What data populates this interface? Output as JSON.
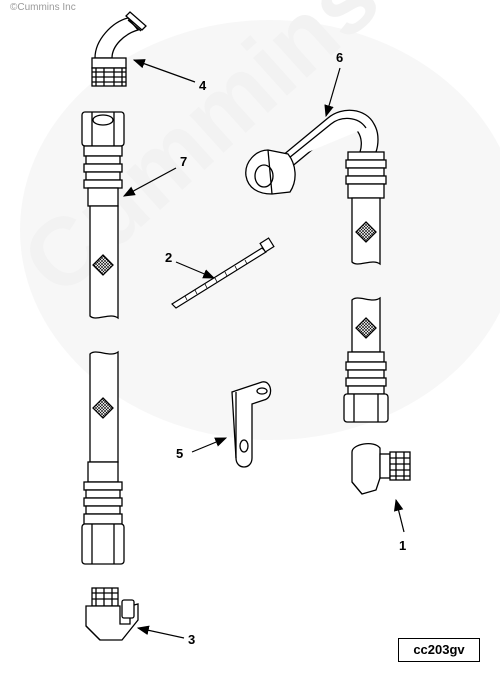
{
  "copyright": "©Cummins Inc",
  "watermark": "Cummins",
  "figure_code": "cc203gv",
  "callouts": {
    "c1": "1",
    "c2": "2",
    "c3": "3",
    "c4": "4",
    "c5": "5",
    "c6": "6",
    "c7": "7"
  },
  "colors": {
    "line": "#000000",
    "watermark": "#f2f2f2"
  }
}
